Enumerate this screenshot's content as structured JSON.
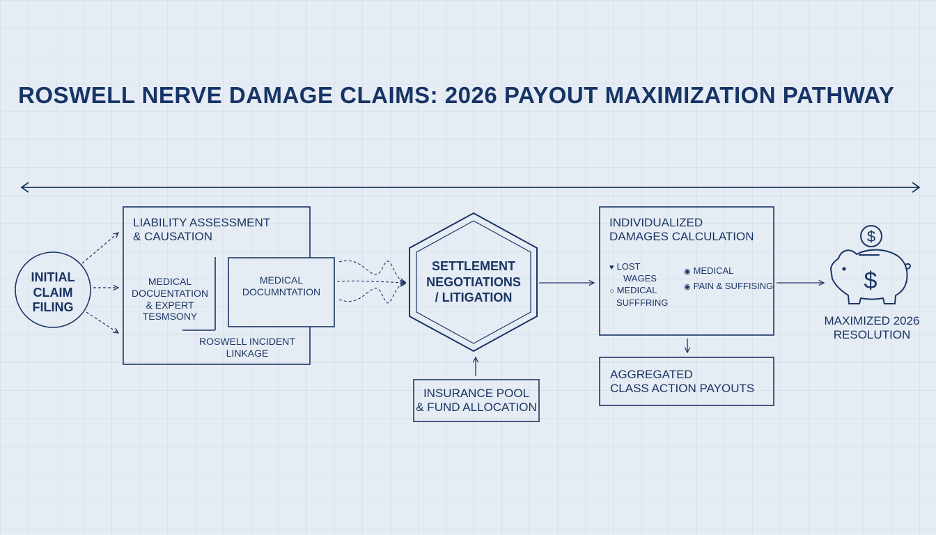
{
  "title": "ROSWELL NERVE DAMAGE CLAIMS: 2026 PAYOUT MAXIMIZATION PATHWAY",
  "initial": {
    "line1": "INITIAL",
    "line2": "CLAIM",
    "line3": "FILING"
  },
  "liability": {
    "line1": "LIABILITY ASSESSMENT",
    "line2": "& CAUSATION",
    "documentation": {
      "line1": "MEDICAL",
      "line2": "DOCUENTATION",
      "line3": "& EXPERT",
      "line4": "TESMSONY"
    },
    "inner_box": {
      "line1": "MEDICAL",
      "line2": "DOCUMNTATION"
    },
    "incident": {
      "line1": "ROSWELL INCIDENT",
      "line2": "LINKAGE"
    }
  },
  "settlement": {
    "line1": "SETTLEMENT",
    "line2": "NEGOTIATIONS",
    "line3": "/ LITIGATION"
  },
  "insurance": {
    "line1": "INSURANCE POOL",
    "line2": "& FUND ALLOCATION"
  },
  "damages": {
    "line1": "INDIVIDUALIZED",
    "line2": "DAMAGES CALCULATION",
    "items": {
      "lost_a": "LOST",
      "lost_b": "WAGES",
      "medical_suffering_a": "MEDICAL",
      "medical_suffering_b": "SUFFFRING",
      "medical": "MEDICAL",
      "pain": "PAIN & SUFFISING"
    }
  },
  "aggregated": {
    "line1": "AGGREGATED",
    "line2": "CLASS ACTION PAYOUTS"
  },
  "resolution": {
    "line1": "MAXIMIZED 2026",
    "line2": "RESOLUTION"
  },
  "icons": [
    "double-arrow-icon",
    "lost-wages-icon",
    "medical-suffering-icon",
    "medical-icon",
    "pain-icon",
    "piggy-bank-icon",
    "dollar-coin-icon"
  ],
  "colors": {
    "ink": "#1a3563",
    "background": "#e6ecf4",
    "grid": "#a8bad4"
  }
}
